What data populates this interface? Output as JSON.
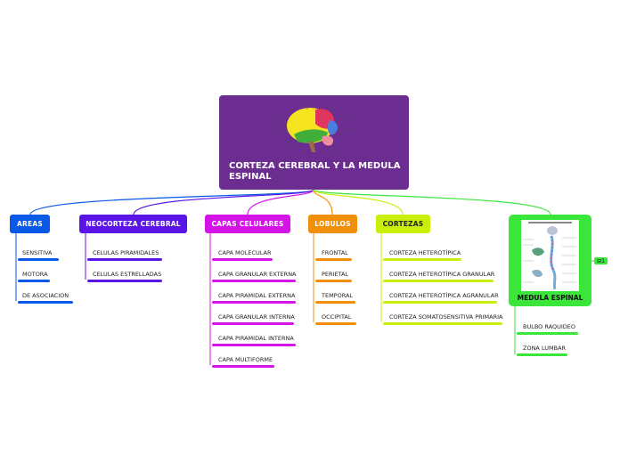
{
  "root": {
    "title": "CORTEZA CEREBRAL Y LA MEDULA ESPINAL"
  },
  "branches": {
    "areas": {
      "label": "AREAS",
      "color": "#0a58e6",
      "items": [
        "SENSITIVA",
        "MOTORA",
        "DE ASOCIACION"
      ]
    },
    "neocorteza": {
      "label": "NEOCORTEZA CEREBRAL",
      "color": "#5a14e6",
      "items": [
        "CELULAS PIRAMIDALES",
        "CELULAS ESTRELLADAS"
      ]
    },
    "capas": {
      "label": "CAPAS CELULARES",
      "color": "#d414e6",
      "items": [
        "CAPA MOLECULAR",
        "CAPA GRANULAR EXTERNA",
        "CAPA PIRAMIDAL EXTERNA",
        "CAPA GRANULAR INTERNA",
        "CAPA PIRAMIDAL INTERNA",
        "CAPA MULTIFORME"
      ]
    },
    "lobulos": {
      "label": "LOBULOS",
      "color": "#f0900a",
      "items": [
        "FRONTAL",
        "PERIETAL",
        "TEMPORAL",
        "OCCIPITAL"
      ]
    },
    "cortezas": {
      "label": "CORTEZAS",
      "color": "#c8f00a",
      "items": [
        "CORTEZA HETEROTÍPICA",
        "CORTEZA HETEROTÍPICA GRANULAR",
        "CORTEZA HETEROTÍPICA AGRANULAR",
        "CORTEZA SOMATOSENSITIVA PRIMARIA"
      ]
    },
    "medula": {
      "label": "MEDULA ESPINAL",
      "color": "#39e639",
      "items": [
        "BULBO RAQUIDEO",
        "ZONA LUMBAR"
      ],
      "badge": "1"
    }
  }
}
